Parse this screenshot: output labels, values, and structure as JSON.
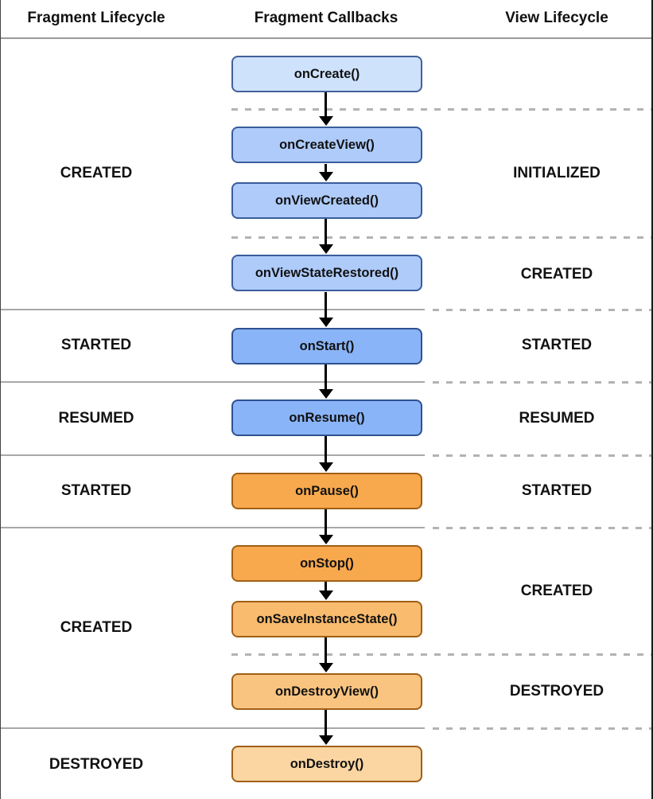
{
  "columns": {
    "fragment_lifecycle": "Fragment Lifecycle",
    "fragment_callbacks": "Fragment Callbacks",
    "view_lifecycle": "View Lifecycle"
  },
  "callbacks": [
    {
      "label": "onCreate()"
    },
    {
      "label": "onCreateView()"
    },
    {
      "label": "onViewCreated()"
    },
    {
      "label": "onViewStateRestored()"
    },
    {
      "label": "onStart()"
    },
    {
      "label": "onResume()"
    },
    {
      "label": "onPause()"
    },
    {
      "label": "onStop()"
    },
    {
      "label": "onSaveInstanceState()"
    },
    {
      "label": "onDestroyView()"
    },
    {
      "label": "onDestroy()"
    }
  ],
  "fragment_states": [
    "CREATED",
    "STARTED",
    "RESUMED",
    "STARTED",
    "CREATED",
    "DESTROYED"
  ],
  "view_states": [
    "INITIALIZED",
    "CREATED",
    "STARTED",
    "RESUMED",
    "STARTED",
    "CREATED",
    "DESTROYED"
  ],
  "colors": {
    "callback_blue_light": "#cfe2fc",
    "callback_blue_mid": "#aecbfa",
    "callback_blue_strong": "#8ab4f8",
    "callback_blue_border": "#2d5191",
    "callback_orange_strong": "#f8a94e",
    "callback_orange_mid": "#f9bb6d",
    "callback_orange_mid_light": "#f9c480",
    "callback_orange_light": "#fbd6a2",
    "callback_orange_border": "#a05f15",
    "solid_divider": "#a8a8a8",
    "dashed_divider": "#b3b3b3",
    "arrow": "#000000",
    "text": "#111111"
  }
}
